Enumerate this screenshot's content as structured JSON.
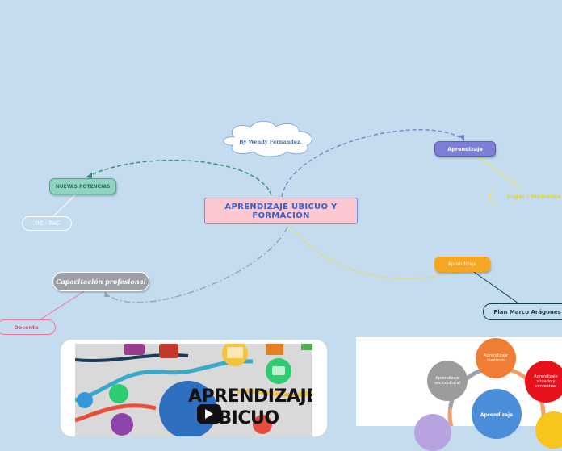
{
  "map": {
    "central": "APRENDIZAJE UBICUO Y FORMACIÓN",
    "author_cloud": "By Wendy Fernandez.",
    "nodes": {
      "nuevas": "NUEVAS POTENCIAS",
      "tic": "TIC - TAC",
      "aprendizaje_top": "Aprendizaje",
      "lugar": "Lugar / Momento",
      "aprendizaje_bottom": "Aprendizaje",
      "plan": "Plan Marco Arágones",
      "capacitacion": "Capacitación profesional",
      "docente": "Docente"
    },
    "colors": {
      "background": "#c5dcef",
      "central_fill": "#fbc8d2",
      "central_text": "#3b5fc8",
      "teal": "#8fd3c0",
      "purple": "#7b7fd8",
      "yellow": "#f7e640",
      "orange": "#f6a623",
      "dark_teal": "#12404d",
      "gray": "#9c9fa3",
      "pink": "#f1739a"
    }
  },
  "video": {
    "title_line1": "APRENDIZAJE",
    "title_line2": "UBICUO",
    "play_icon": "play-icon"
  },
  "image": {
    "circles": {
      "continuo": "Aprendizaje continuo",
      "situado": "Aprendizaje situado y contextual",
      "sociocultural": "Aprendizaje sociocultural",
      "center": "Aprendizaje"
    }
  }
}
